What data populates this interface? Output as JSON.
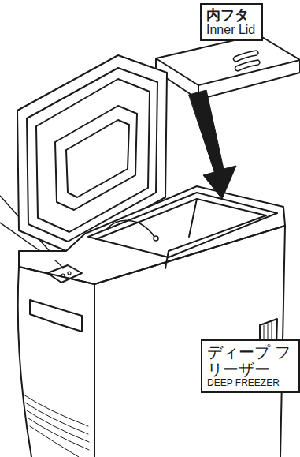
{
  "diagram": {
    "nodes": [
      {
        "text": [
          "内フタ",
          "Inner Lid"
        ]
      },
      {
        "text": [
          "ディープ フリーザー",
          "DEEP FREEZER"
        ]
      }
    ]
  }
}
